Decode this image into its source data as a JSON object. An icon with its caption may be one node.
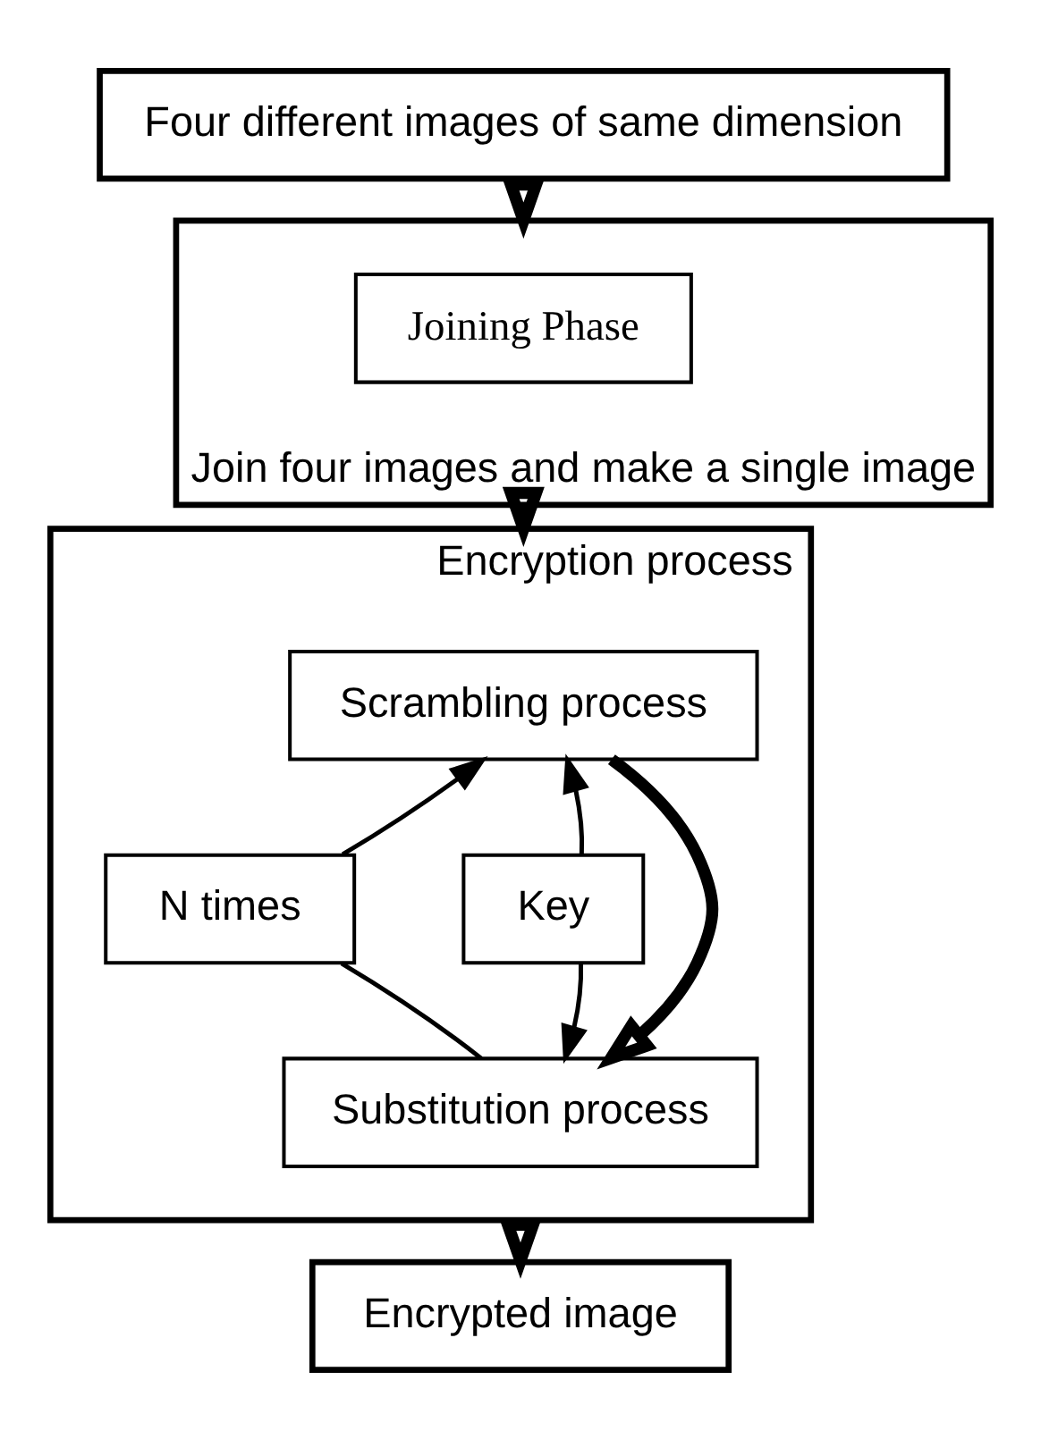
{
  "diagram": {
    "nodes": [
      {
        "text": [
          "Four different images of same dimension"
        ]
      },
      {
        "text": [
          "Join four images and make a single image"
        ]
      },
      {
        "text": [
          "Joining Phase"
        ],
        "in": 1
      },
      {
        "text": [
          "Encryption process"
        ]
      },
      {
        "text": [
          "Scrambling process"
        ],
        "in": 3
      },
      {
        "text": [
          "N times"
        ],
        "in": 3
      },
      {
        "text": [
          "Key"
        ],
        "in": 3
      },
      {
        "text": [
          "Substitution process"
        ],
        "in": 3
      },
      {
        "text": [
          "Encrypted image"
        ]
      }
    ],
    "edges": [
      {
        "from": 0,
        "to": 1,
        "arrow": "to",
        "style": "thick"
      },
      {
        "from": 1,
        "to": 3,
        "arrow": "to",
        "style": "thick"
      },
      {
        "from": 4,
        "to": 7,
        "arrow": "to",
        "style": "thick"
      },
      {
        "from": 6,
        "to": 4,
        "arrow": "to"
      },
      {
        "from": 6,
        "to": 7,
        "arrow": "to"
      },
      {
        "from": 7,
        "to": 5,
        "arrow": "none"
      },
      {
        "from": 5,
        "to": 4,
        "arrow": "to"
      },
      {
        "from": 3,
        "to": 8,
        "arrow": "to",
        "style": "thick"
      }
    ]
  }
}
